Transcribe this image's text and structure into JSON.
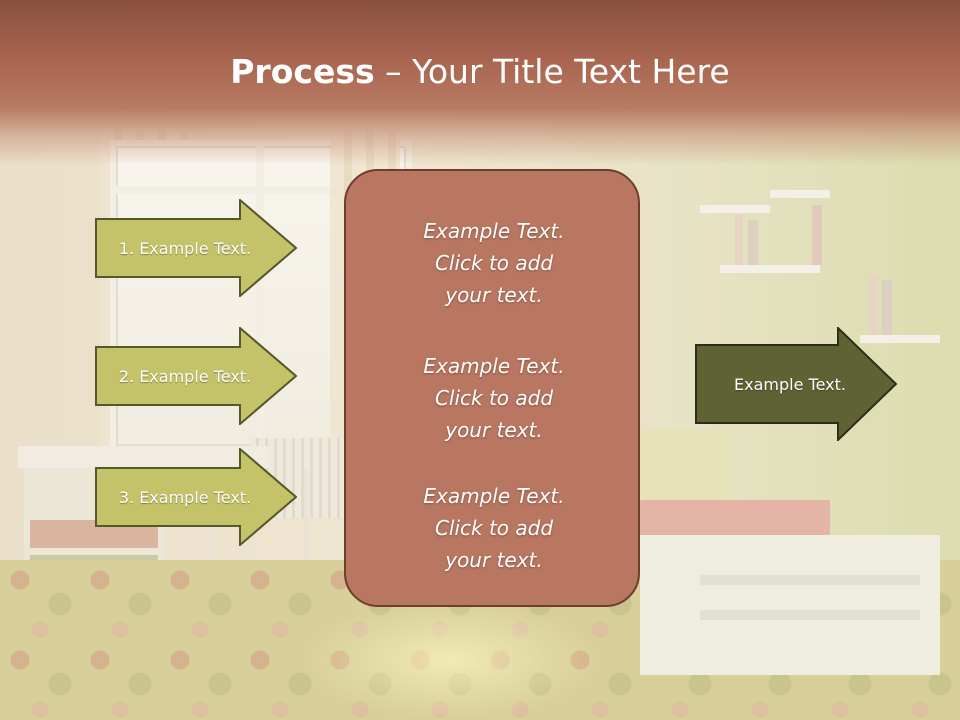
{
  "slide": {
    "title_bold": "Process",
    "title_rest": " – Your Title Text Here"
  },
  "left_steps": [
    {
      "label": "1. Example Text."
    },
    {
      "label": "2. Example Text."
    },
    {
      "label": "3. Example Text."
    }
  ],
  "center_blocks": [
    {
      "line1": "Example Text.",
      "line2": "Click  to add",
      "line3": "your text."
    },
    {
      "line1": "Example Text.",
      "line2": "Click  to add",
      "line3": "your text."
    },
    {
      "line1": "Example Text.",
      "line2": "Click  to add",
      "line3": "your text."
    }
  ],
  "right_arrow": {
    "label": "Example Text."
  },
  "colors": {
    "header": "#a8644f",
    "step_arrow_fill": "#c4c36a",
    "step_arrow_border": "#55582a",
    "center_box_fill": "#b97761",
    "center_box_border": "#6e3d2c",
    "result_arrow_fill": "#5f6333",
    "result_arrow_border": "#2c2e17"
  }
}
